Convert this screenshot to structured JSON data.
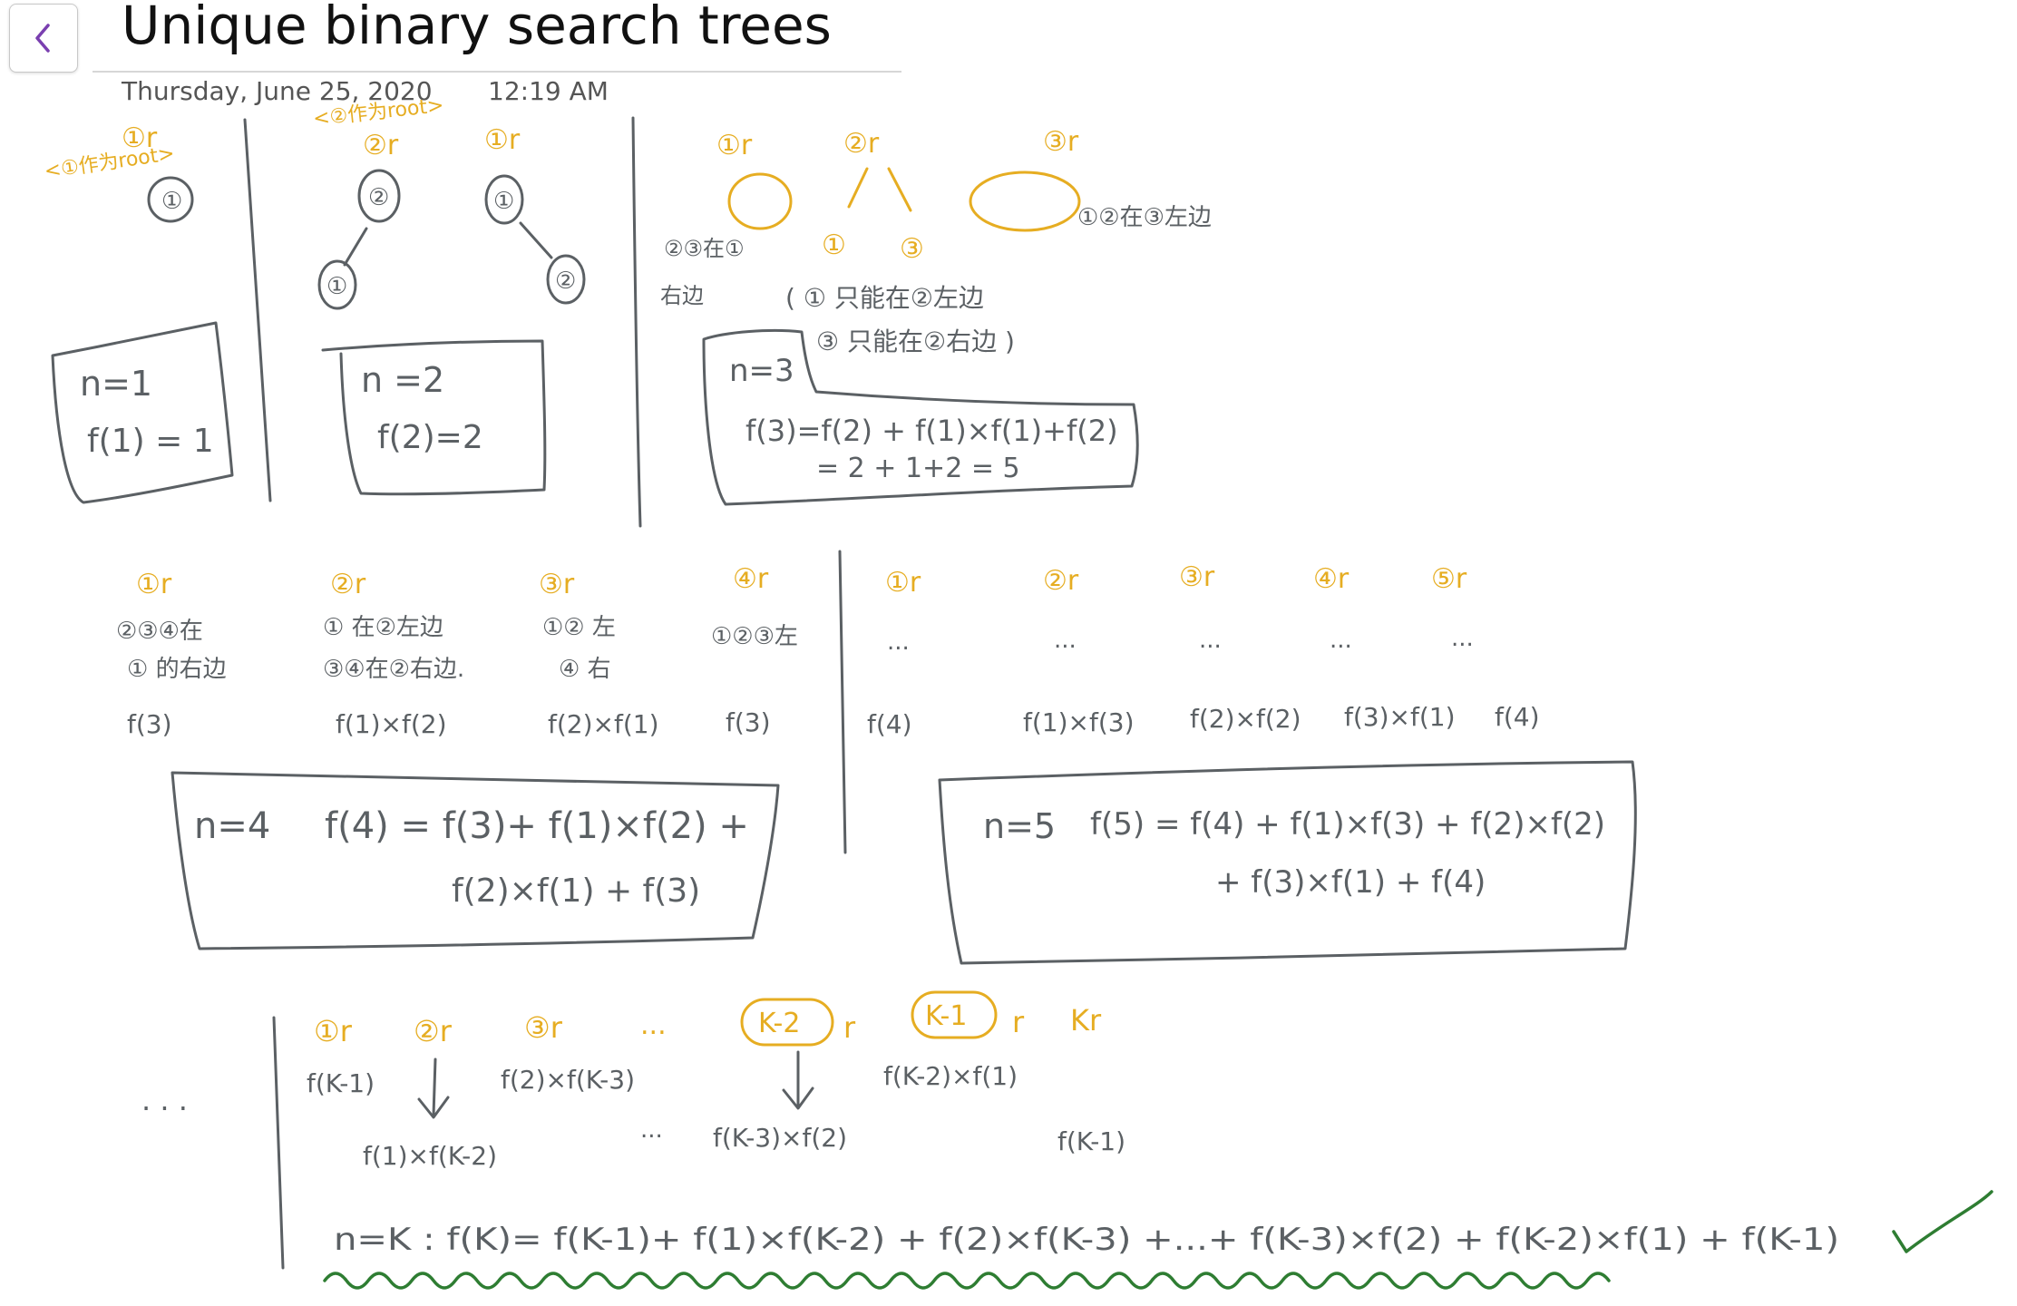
{
  "page": {
    "title": "Unique binary search trees",
    "date": "Thursday, June 25, 2020",
    "time": "12:19 AM",
    "back_icon": "chevron-left-icon"
  },
  "colors": {
    "ink_gray": "#5b6064",
    "ink_gold": "#e6ad22",
    "ink_green": "#2e7d32",
    "accent": "#7a3fb0"
  },
  "notes": {
    "n1": {
      "root_label": "①r",
      "note": "<①作为root>",
      "node": "①",
      "box_n": "n=1",
      "box_f": "f(1) = 1"
    },
    "n2": {
      "root2_label": "②r",
      "root2_note": "<②作为root>",
      "root1_label": "①r",
      "node_a": "②",
      "node_b": "①",
      "node_c": "①",
      "node_d": "②",
      "box_n": "n =2",
      "box_f": "f(2)=2"
    },
    "n3": {
      "root1": "①r",
      "root2": "②r",
      "root3": "③r",
      "left_note_1": "②③在①",
      "left_note_2": "右边",
      "child_1": "①",
      "child_3": "③",
      "right_note": "①②在③左边",
      "paren_1": "( ① 只能在②左边",
      "paren_2": "③ 只能在②右边 )",
      "box_n": "n=3",
      "box_f1": "f(3)=f(2) + f(1)×f(1)+f(2)",
      "box_f2": "= 2 +   1+2 = 5"
    },
    "n4": {
      "roots": [
        "①r",
        "②r",
        "③r",
        "④r"
      ],
      "note_a1": "②③④在",
      "note_a2": "① 的右边",
      "note_b1": "① 在②左边",
      "note_b2": "③④在②右边.",
      "note_c1": "①② 左",
      "note_c2": "④ 右",
      "note_d1": "①②③左",
      "terms": [
        "f(3)",
        "f(1)×f(2)",
        "f(2)×f(1)",
        "f(3)"
      ],
      "box_n": "n=4",
      "box_f1": "f(4) = f(3)+ f(1)×f(2) +",
      "box_f2": "f(2)×f(1) + f(3)"
    },
    "n5": {
      "roots": [
        "①r",
        "②r",
        "③r",
        "④r",
        "⑤r"
      ],
      "dots": [
        "...",
        "...",
        "...",
        "...",
        "..."
      ],
      "terms": [
        "f(4)",
        "f(1)×f(3)",
        "f(2)×f(2)",
        "f(3)×f(1)",
        "f(4)"
      ],
      "box_n": "n=5",
      "box_f1": "f(5) = f(4) + f(1)×f(3) + f(2)×f(2)",
      "box_f2": "+ f(3)×f(1) + f(4)"
    },
    "nk": {
      "leading_dots": ". . .",
      "roots": [
        "①r",
        "②r",
        "③r",
        "...",
        "K-2",
        "r",
        "K-1",
        "r",
        "Kr"
      ],
      "term_a": "f(K-1)",
      "term_b": "f(2)×f(K-3)",
      "term_c": "f(1)×f(K-2)",
      "term_d": "...",
      "term_e": "f(K-3)×f(2)",
      "term_f": "f(K-2)×f(1)",
      "term_g": "f(K-1)",
      "formula": "n=K :  f(K)= f(K-1)+ f(1)×f(K-2) + f(2)×f(K-3) +...+ f(K-3)×f(2) + f(K-2)×f(1) + f(K-1)"
    }
  }
}
